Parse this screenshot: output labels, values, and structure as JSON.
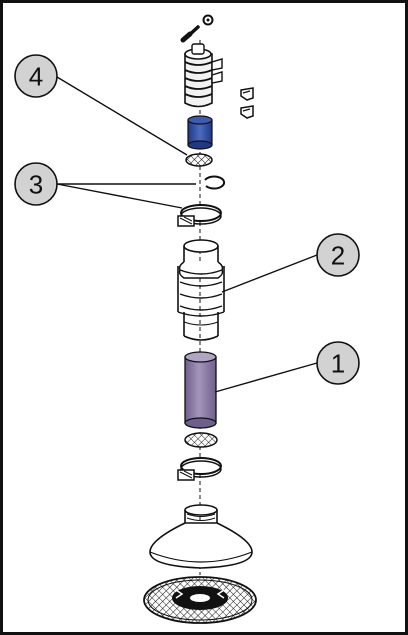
{
  "callouts": [
    {
      "label": "1"
    },
    {
      "label": "2"
    },
    {
      "label": "3"
    },
    {
      "label": "4"
    }
  ],
  "colors": {
    "frame": "#111111",
    "callout_fill": "#d2d2d2",
    "cylinder_fill": "#8e7fa6",
    "cap_fill": "#2f4e9e",
    "line": "#111111",
    "part_fill": "#ffffff"
  }
}
